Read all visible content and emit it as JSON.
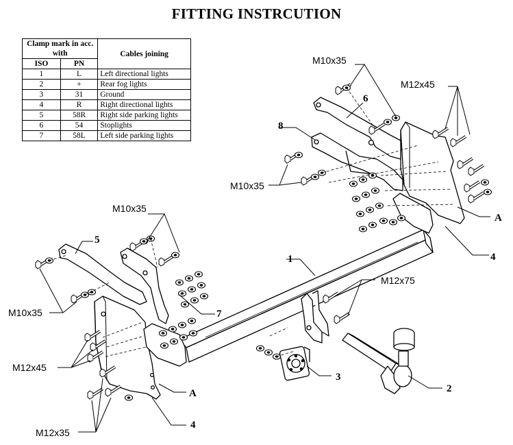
{
  "title": "FITTING INSTRCUTION",
  "table": {
    "header_clamp": "Clamp mark in acc. with",
    "header_cables": "Cables joining",
    "header_iso": "ISO",
    "header_pn": "PN",
    "rows": [
      {
        "iso": "1",
        "pn": "L",
        "cable": "Left directional lights"
      },
      {
        "iso": "2",
        "pn": "+",
        "cable": "Rear fog lights"
      },
      {
        "iso": "3",
        "pn": "31",
        "cable": "Ground"
      },
      {
        "iso": "4",
        "pn": "R",
        "cable": "Right directional lights"
      },
      {
        "iso": "5",
        "pn": "58R",
        "cable": "Right side parking lights"
      },
      {
        "iso": "6",
        "pn": "54",
        "cable": "Stoplights"
      },
      {
        "iso": "7",
        "pn": "58L",
        "cable": "Left side parking lights"
      }
    ]
  },
  "labels": {
    "m10_top": "M10x35",
    "m12x45_top": "M12x45",
    "m10_right_mid": "M10x35",
    "m10_left_top": "M10x35",
    "m10_left_side": "M10x35",
    "m12x45_left": "M12x45",
    "m12x35_left": "M12x35",
    "m12x75": "M12x75",
    "part_1": "1",
    "part_2": "2",
    "part_3": "3",
    "part_4_right": "4",
    "part_4_bottom": "4",
    "part_5": "5",
    "part_6": "6",
    "part_7": "7",
    "part_8": "8",
    "a_right": "A",
    "a_bottom": "A"
  }
}
